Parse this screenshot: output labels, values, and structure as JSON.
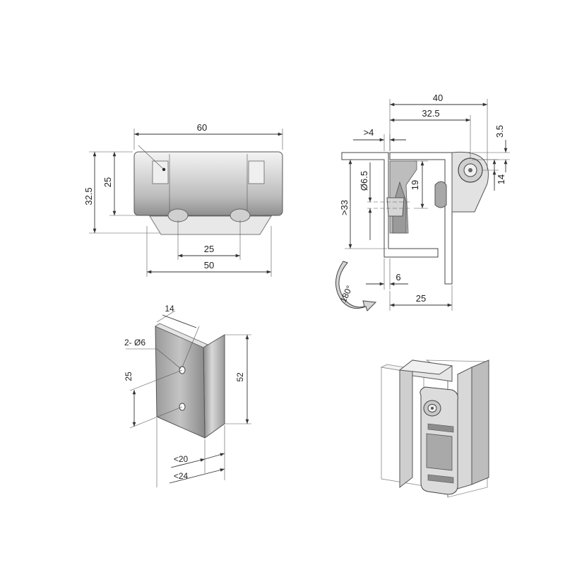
{
  "front_view": {
    "dims": {
      "width_top": "60",
      "height_outer": "32.5",
      "height_inner": "25",
      "hole_spacing": "25",
      "base_width": "50"
    }
  },
  "side_view": {
    "dims": {
      "overall": "40",
      "to_pivot": "32.5",
      "top_offset": "3.5",
      "pivot_height": "14",
      "leaf_gap": ">4",
      "hole_dia": "Ø6.5",
      "hole_depth": "19",
      "min_height": ">33",
      "thickness": "6",
      "base_depth": "25",
      "rotation": "180°"
    }
  },
  "bracket_view": {
    "dims": {
      "edge_offset": "14",
      "holes": "2- Ø6",
      "hole_pitch": "25",
      "height": "52",
      "min_20": "<20",
      "min_24": "<24"
    }
  },
  "colors": {
    "metal_light": "#e6e6e6",
    "metal_mid": "#bdbdbd",
    "metal_dark": "#7a7a7a",
    "line": "#333333"
  }
}
